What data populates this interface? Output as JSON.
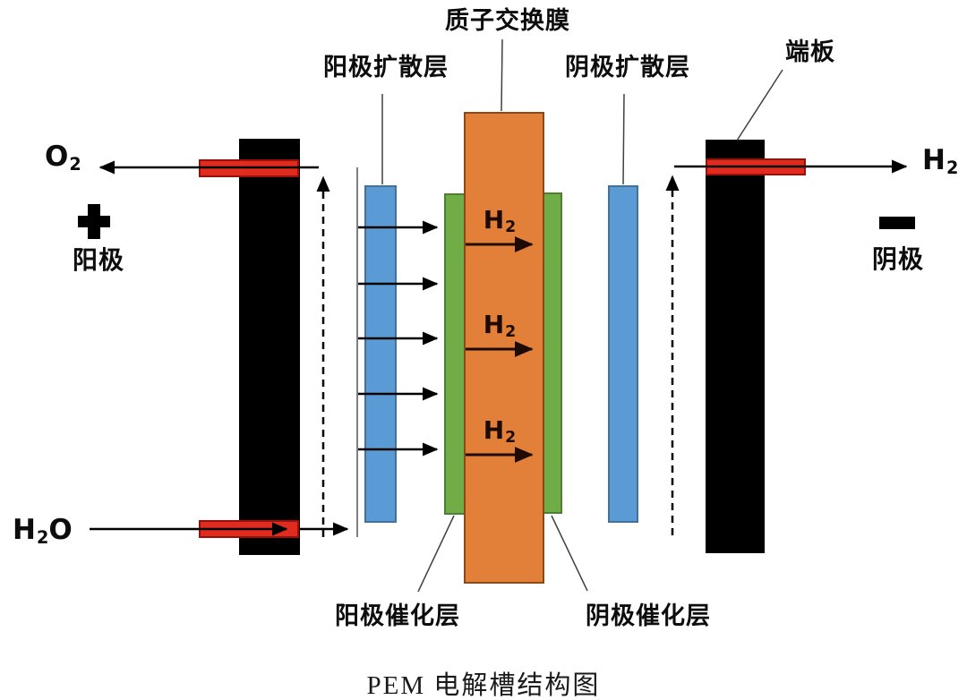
{
  "diagram": {
    "title": "PEM 电解槽结构图",
    "labels": {
      "membrane": "质子交换膜",
      "anode_diffusion": "阳极扩散层",
      "cathode_diffusion": "阴极扩散层",
      "end_plate": "端板",
      "anode_catalyst": "阳极催化层",
      "cathode_catalyst": "阴极催化层",
      "anode": "阳极",
      "cathode": "阴极",
      "plus_sign": "+",
      "minus_sign": "−"
    },
    "chem": {
      "o2": {
        "pre": "O",
        "sub": "2",
        "post": ""
      },
      "h2": {
        "pre": "H",
        "sub": "2",
        "post": ""
      },
      "h2o": {
        "pre": "H",
        "sub": "2",
        "post": "O"
      }
    },
    "colors": {
      "membrane_orange": "#e2803a",
      "catalyst_green": "#70ad47",
      "diffusion_blue": "#5b9bd5",
      "port_red": "#e02b1e",
      "plate_black": "#000000"
    }
  }
}
